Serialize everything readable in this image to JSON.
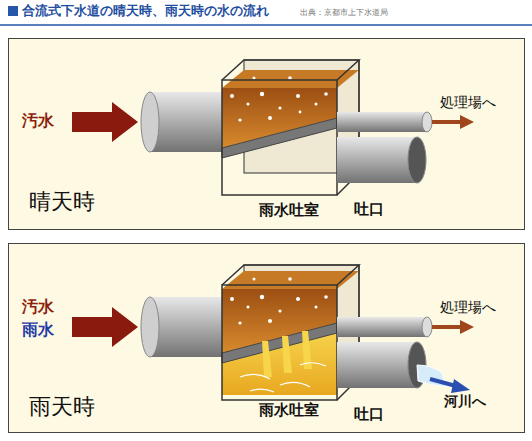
{
  "diagram": {
    "title": "合流式下水道の晴天時、雨天時の水の流れ",
    "nodes": [
      {
        "text": [
          "晴天時"
        ]
      },
      {
        "text": [
          "雨水吐室"
        ],
        "in": 0
      },
      {
        "text": [
          "雨天時"
        ]
      },
      {
        "text": [
          "雨水吐室"
        ],
        "in": 2
      }
    ],
    "labels": [
      "汚水",
      "吐口",
      "処理場へ",
      "汚水",
      "雨水",
      "吐口",
      "処理場へ",
      "河川へ",
      "出典：京都市上下水道局"
    ]
  }
}
